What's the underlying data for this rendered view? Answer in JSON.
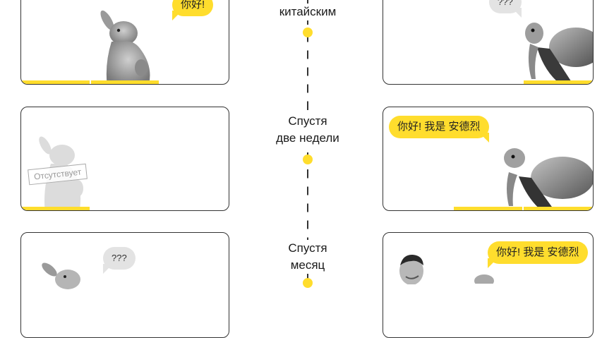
{
  "colors": {
    "accent": "#FFDD2D",
    "border": "#333333",
    "gray_bubble": "#E3E3E3"
  },
  "timeline": {
    "steps": [
      {
        "label_lines": [
          "китайским"
        ]
      },
      {
        "label_lines": [
          "Спустя",
          "две недели"
        ]
      },
      {
        "label_lines": [
          "Спустя",
          "месяц"
        ]
      }
    ]
  },
  "rows": [
    {
      "left": {
        "character": "rabbit",
        "bubble": {
          "text": "你好!",
          "style": "yellow"
        },
        "progress_segments": 3,
        "progress_filled": [
          true,
          true,
          false
        ]
      },
      "right": {
        "character": "turtle",
        "bubble": {
          "text": "???",
          "style": "gray"
        },
        "progress_segments": 3,
        "progress_filled": [
          false,
          false,
          true
        ]
      }
    },
    {
      "left": {
        "character": "rabbit-silhouette",
        "stamp": "Отсутствует",
        "progress_segments": 3,
        "progress_filled": [
          true,
          false,
          false
        ]
      },
      "right": {
        "character": "turtle",
        "bubble": {
          "text": "你好! 我是 安德烈",
          "style": "yellow"
        },
        "progress_segments": 3,
        "progress_filled": [
          false,
          true,
          true
        ]
      }
    },
    {
      "left": {
        "character": "rabbit",
        "bubble": {
          "text": "???",
          "style": "gray"
        }
      },
      "right": {
        "character": "person-and-turtle",
        "bubble": {
          "text": "你好! 我是 安德烈",
          "style": "yellow"
        }
      }
    }
  ]
}
